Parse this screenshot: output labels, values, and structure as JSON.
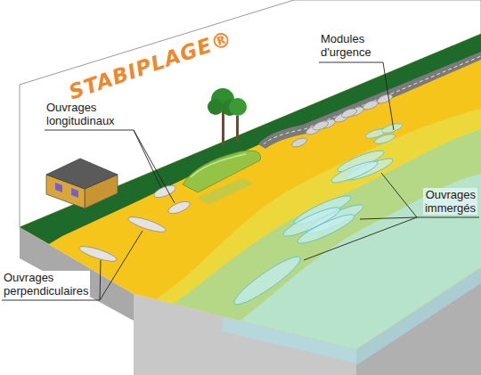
{
  "diagram": {
    "title": "STABIPLAGE®",
    "labels": [
      "Modules d'urgence",
      "Ouvrages longitudinaux",
      "Ouvrages immergés",
      "Ouvrages perpendiculaires"
    ]
  }
}
